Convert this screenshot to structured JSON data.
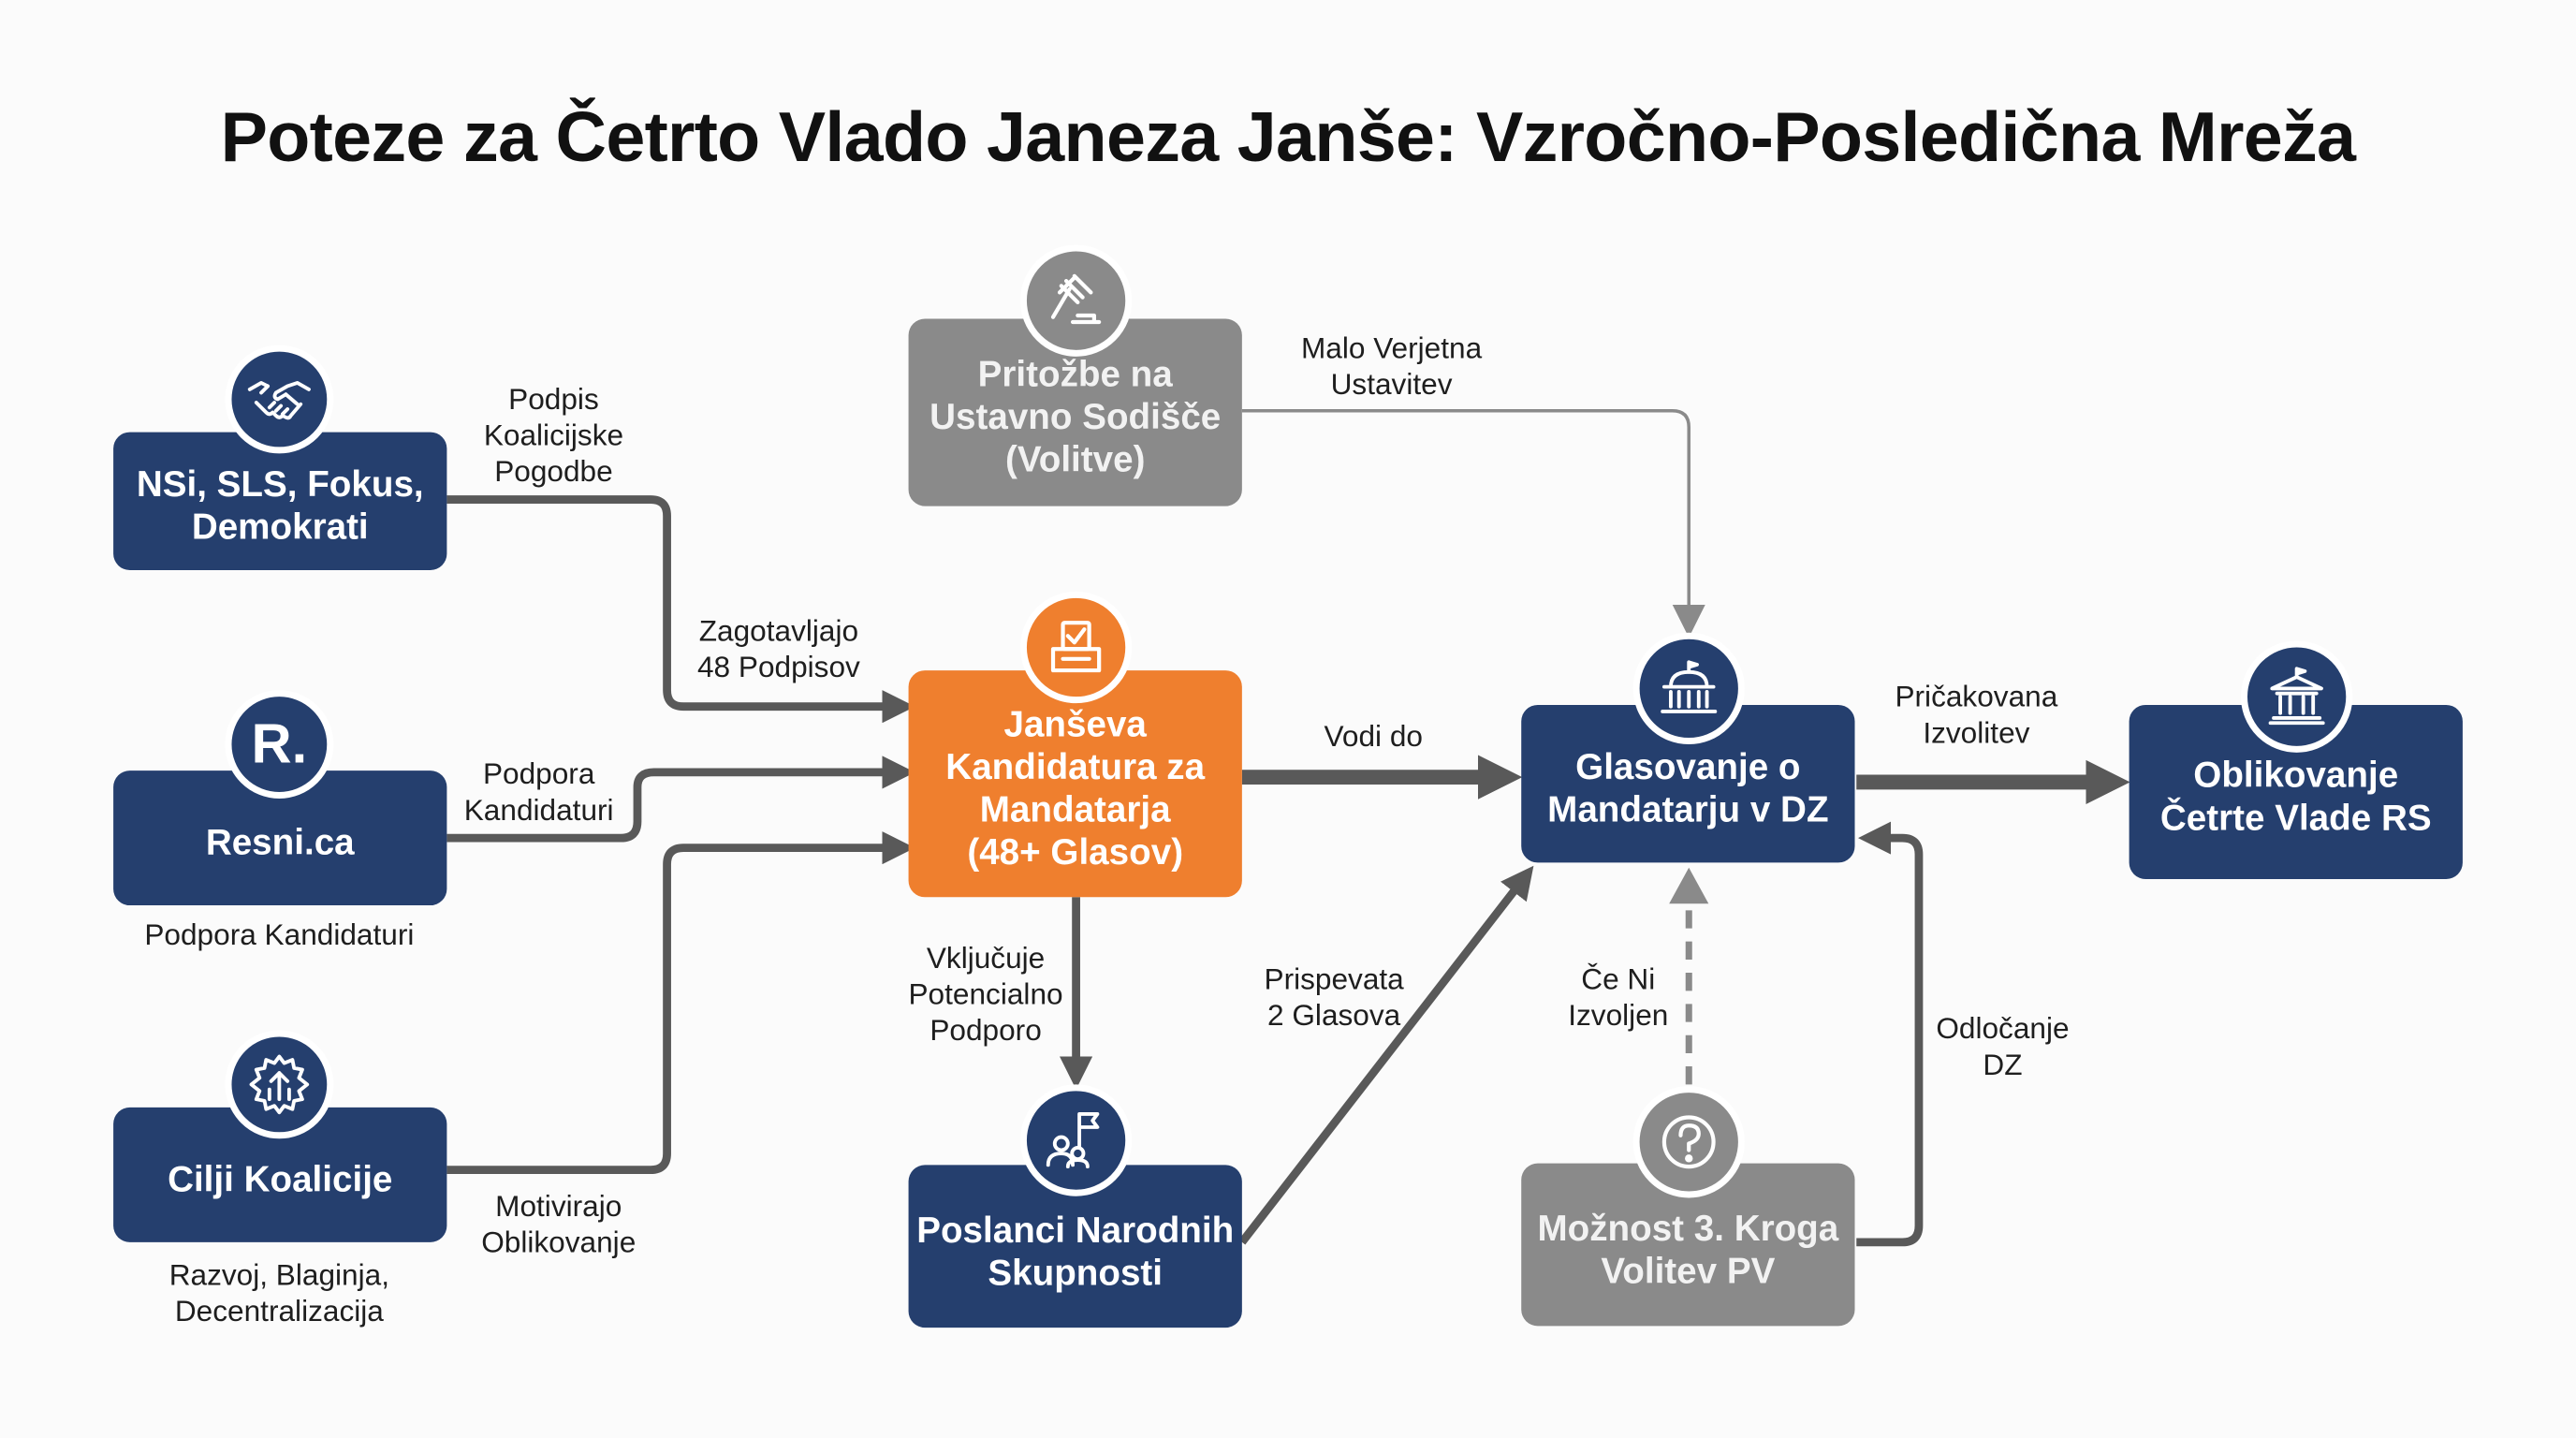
{
  "title": "Poteze za Četrto Vlado Janeza Janše: Vzročno-Posledična Mreža",
  "colors": {
    "navy": "#253f6e",
    "gray": "#8a8a8a",
    "orange": "#ef7f2e",
    "arrow": "#595959"
  },
  "nodes": {
    "nsi": {
      "label": "NSi, SLS, Fokus,\nDemokrati",
      "icon": "handshake-icon"
    },
    "resni": {
      "label": "Resni.ca",
      "icon": "resni-logo-icon",
      "logo_text": "R.",
      "caption": "Podpora Kandidaturi"
    },
    "cilji": {
      "label": "Cilji Koalicije",
      "icon": "gear-growth-icon",
      "caption": "Razvoj, Blaginja,\nDecentralizacija"
    },
    "pritozbe": {
      "label": "Pritožbe na\nUstavno Sodišče\n(Volitve)",
      "icon": "gavel-icon"
    },
    "kandidatura": {
      "label": "Janševa\nKandidatura za\nMandatarja\n(48+ Glasov)",
      "icon": "ballot-box-icon"
    },
    "poslanci": {
      "label": "Poslanci Narodnih\nSkupnosti",
      "icon": "group-flag-icon"
    },
    "glasovanje": {
      "label": "Glasovanje o\nMandatarju v DZ",
      "icon": "parliament-icon"
    },
    "moznost": {
      "label": "Možnost 3. Kroga\nVolitev PV",
      "icon": "question-icon"
    },
    "oblikovanje": {
      "label": "Oblikovanje\nČetrte Vlade RS",
      "icon": "government-building-icon"
    }
  },
  "edges": {
    "podpis": "Podpis\nKoalicijske\nPogodbe",
    "zagotavljajo": "Zagotavljajo\n48 Podpisov",
    "podpora": "Podpora\nKandidaturi",
    "motivirajo": "Motivirajo\nOblikovanje",
    "malo": "Malo Verjetna\nUstavitev",
    "vodi": "Vodi do",
    "vkljucuje": "Vključuje\nPotencialno\nPodporo",
    "prispevata": "Prispevata\n2 Glasova",
    "ce_ni": "Če Ni\nIzvoljen",
    "odlocanje": "Odločanje\nDZ",
    "pricakovana": "Pričakovana\nIzvolitev"
  }
}
